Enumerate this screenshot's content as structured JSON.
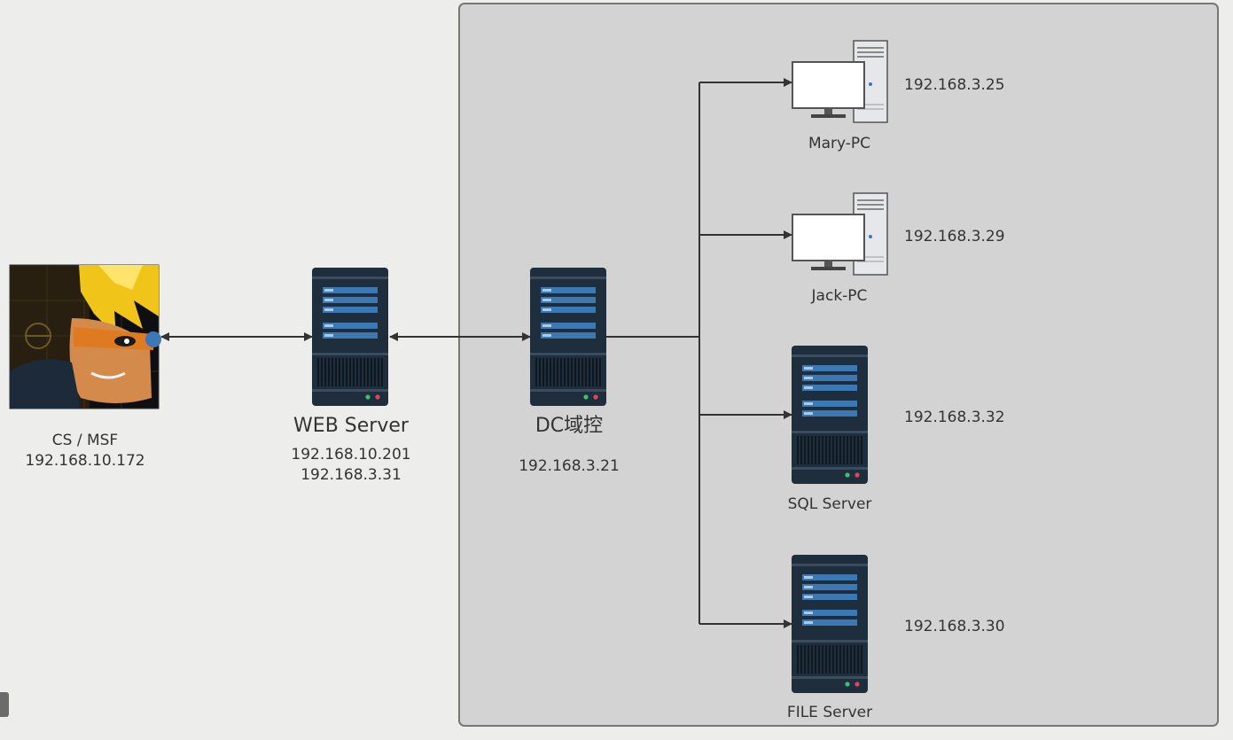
{
  "diagram": {
    "nodes": {
      "attacker": {
        "label_line1": "CS / MSF",
        "label_line2": "192.168.10.172"
      },
      "web_server": {
        "name": "WEB Server",
        "ip1": "192.168.10.201",
        "ip2": "192.168.3.31"
      },
      "dc": {
        "name": "DC域控",
        "ip": "192.168.3.21"
      },
      "mary_pc": {
        "name": "Mary-PC",
        "ip": "192.168.3.25"
      },
      "jack_pc": {
        "name": "Jack-PC",
        "ip": "192.168.3.29"
      },
      "sql_server": {
        "name": "SQL Server",
        "ip": "192.168.3.32"
      },
      "file_server": {
        "name": "FILE Server",
        "ip": "192.168.3.30"
      }
    },
    "edges": [
      {
        "from": "attacker",
        "to": "web_server",
        "arrows": "both"
      },
      {
        "from": "web_server",
        "to": "dc",
        "arrows": "both"
      },
      {
        "from": "dc",
        "to": "mary_pc",
        "arrows": "end"
      },
      {
        "from": "dc",
        "to": "jack_pc",
        "arrows": "end"
      },
      {
        "from": "dc",
        "to": "sql_server",
        "arrows": "end"
      },
      {
        "from": "dc",
        "to": "file_server",
        "arrows": "end"
      }
    ]
  },
  "colors": {
    "background": "#ededec",
    "domain_zone": "#d3d3d3",
    "server_body": "#1f2e3c",
    "server_bar": "#3b78b4",
    "line": "#333333"
  }
}
